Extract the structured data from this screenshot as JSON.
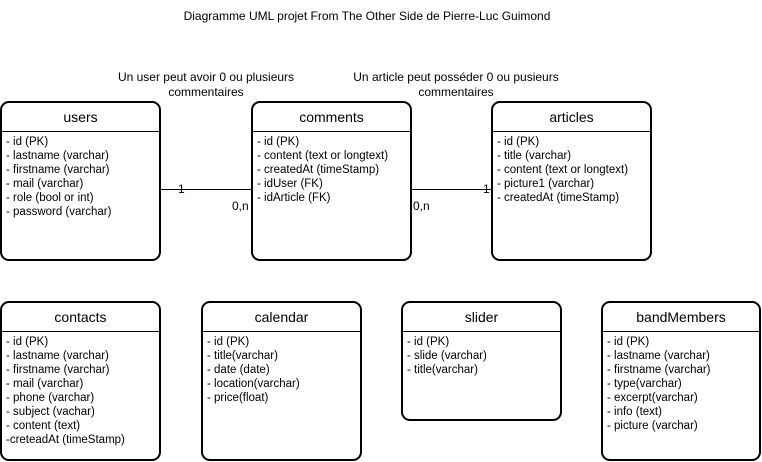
{
  "title": "Diagramme UML projet From The Other Side de Pierre-Luc Guimond",
  "notes": {
    "users_comments": "Un user peut avoir 0 ou plusieurs commentaires",
    "articles_comments": "Un article peut posséder 0 ou pusieurs commentaires"
  },
  "multiplicities": {
    "users_side": "1",
    "comments_left": "0,n",
    "comments_right": "0,n",
    "articles_side": "1"
  },
  "entities": {
    "users": {
      "name": "users",
      "fields": [
        "- id (PK)",
        "- lastname (varchar)",
        "- firstname (varchar)",
        "- mail (varchar)",
        "- role (bool or int)",
        "- password (varchar)"
      ]
    },
    "comments": {
      "name": "comments",
      "fields": [
        "- id (PK)",
        "- content (text or longtext)",
        "- createdAt (timeStamp)",
        "- idUser (FK)",
        "- idArticle (FK)"
      ]
    },
    "articles": {
      "name": "articles",
      "fields": [
        "- id (PK)",
        "- title (varchar)",
        "- content (text or longtext)",
        "- picture1 (varchar)",
        "- createdAt (timeStamp)"
      ]
    },
    "contacts": {
      "name": "contacts",
      "fields": [
        "- id (PK)",
        "- lastname (varchar)",
        "- firstname (varchar)",
        "- mail (varchar)",
        "- phone (varchar)",
        "- subject (vachar)",
        "- content (text)",
        "-creteadAt (timeStamp)"
      ]
    },
    "calendar": {
      "name": "calendar",
      "fields": [
        "- id (PK)",
        "- title(varchar)",
        "- date (date)",
        "- location(varchar)",
        "- price(float)"
      ]
    },
    "slider": {
      "name": "slider",
      "fields": [
        "- id (PK)",
        "- slide (varchar)",
        "- title(varchar)"
      ]
    },
    "bandMembers": {
      "name": "bandMembers",
      "fields": [
        "- id (PK)",
        "- lastname (varchar)",
        "- firstname (varchar)",
        "- type(varchar)",
        "- excerpt(varchar)",
        "- info (text)",
        "- picture (varchar)"
      ]
    }
  }
}
